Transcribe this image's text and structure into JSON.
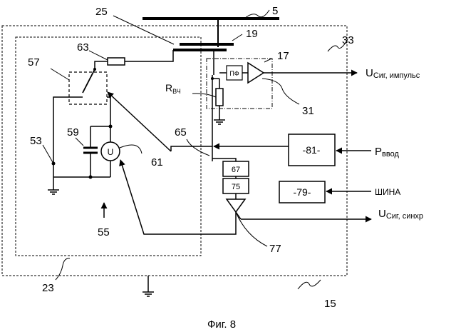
{
  "figure": {
    "caption": "Фиг. 8"
  },
  "refs": {
    "r5": "5",
    "r15": "15",
    "r17": "17",
    "r19": "19",
    "r23": "23",
    "r25": "25",
    "r31": "31",
    "r33": "33",
    "r53": "53",
    "r55": "55",
    "r57": "57",
    "r59": "59",
    "r61": "61",
    "r63": "63",
    "r65": "65",
    "r77": "77"
  },
  "blocks": {
    "b67": "67",
    "b75": "75",
    "b81": "-81-",
    "b79": "-79-",
    "pf": "ПФ",
    "meter": "U"
  },
  "signals": {
    "u_pulse_main": "U",
    "u_pulse_sub": "Сиг, импульс",
    "u_sync_main": "U",
    "u_sync_sub": "Сиг, синхр",
    "p_input_main": "P",
    "p_input_sub": "ввод",
    "bus": "ШИНА",
    "r_hf_main": "R",
    "r_hf_sub": "ВЧ"
  }
}
